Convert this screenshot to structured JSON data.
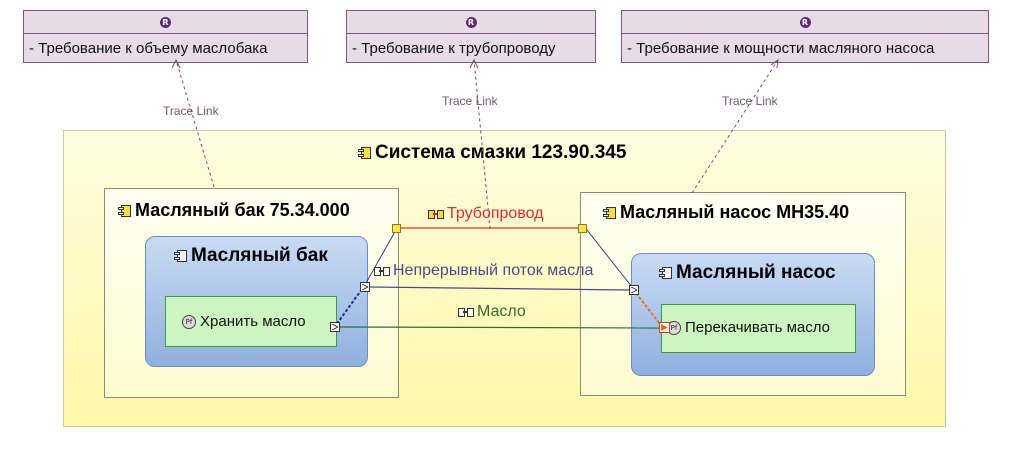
{
  "requirements": [
    {
      "icon": "R",
      "text": "- Требование к объему маслобака"
    },
    {
      "icon": "R",
      "text": "- Требование к трубопроводу"
    },
    {
      "icon": "R",
      "text": "- Требование к мощности масляного насоса"
    }
  ],
  "trace_links": [
    "Trace Link",
    "Trace Link",
    "Trace Link"
  ],
  "system": {
    "title": "Система смазки 123.90.345"
  },
  "tank_part": {
    "title": "Масляный бак 75.34.000"
  },
  "tank_component": {
    "title": "Масляный бак"
  },
  "store_function": {
    "icon": "Pf",
    "label": "Хранить масло"
  },
  "pump_part": {
    "title": "Масляный насос МН35.40"
  },
  "pump_component": {
    "title": "Масляный насос"
  },
  "pump_function": {
    "icon": "Pf",
    "label": "Перекачивать масло"
  },
  "exchanges": {
    "pipeline": {
      "label": "Трубопровод",
      "color": "#d93030"
    },
    "flow": {
      "label": "Непрерывный поток масла",
      "color": "#4a4a8a"
    },
    "oil": {
      "label": "Масло",
      "color": "#2f6e2f"
    }
  },
  "colors": {
    "requirement": "#e6dbe6",
    "system": "#fffbd0",
    "component": "#9fbde6",
    "function": "#ccf5c0",
    "trace": "#7a4a7a"
  }
}
